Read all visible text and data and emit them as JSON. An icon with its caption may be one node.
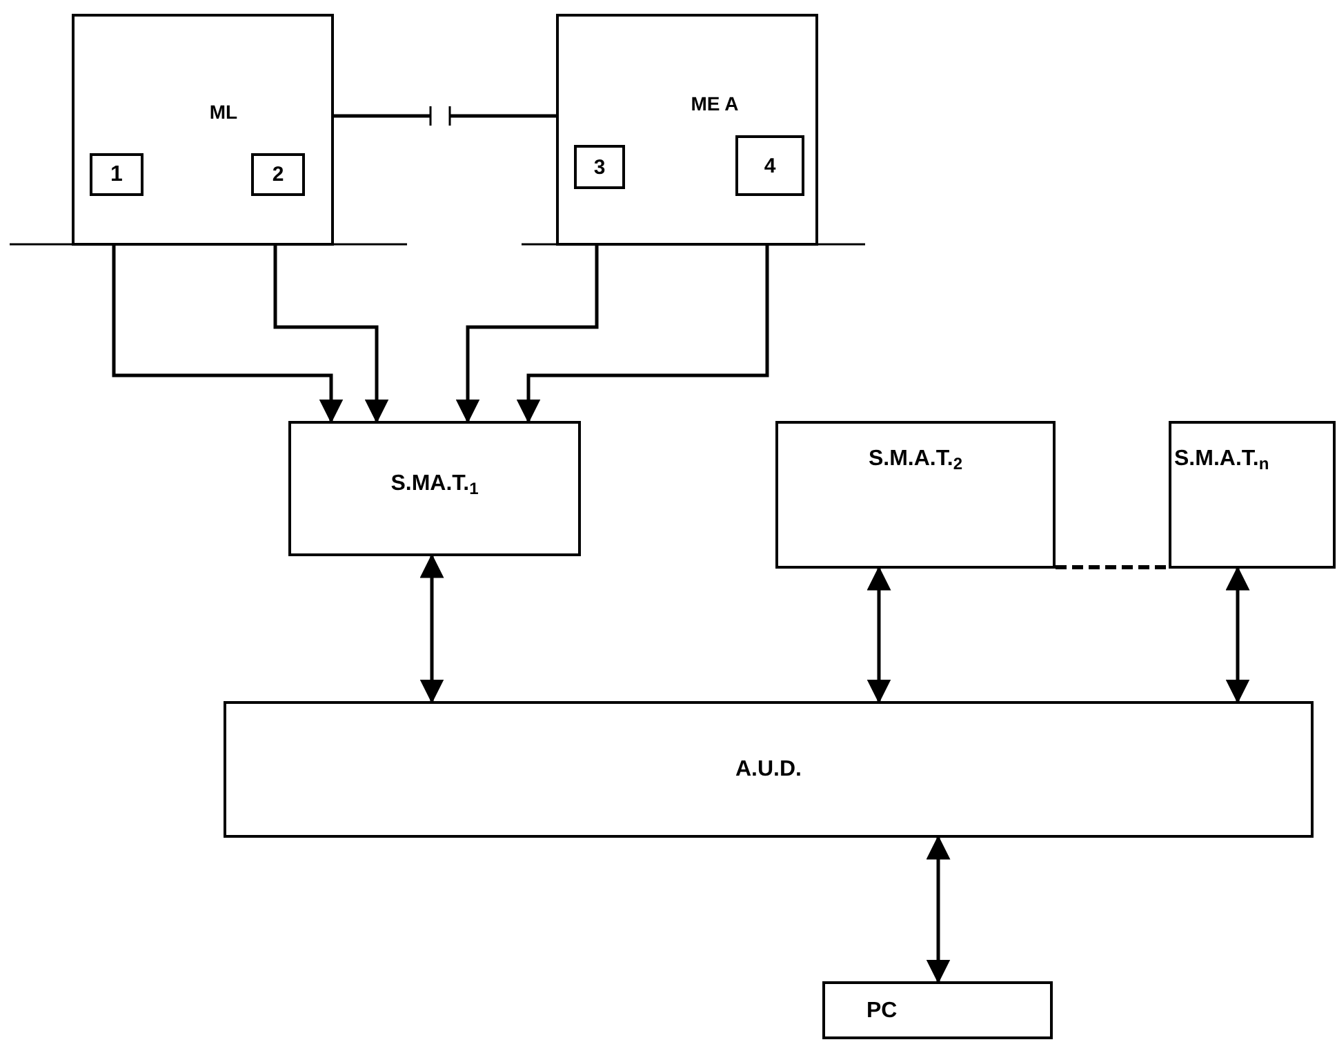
{
  "diagram": {
    "nodes": [
      {
        "text": [
          "ML"
        ]
      },
      {
        "text": [
          "1"
        ],
        "in": 0
      },
      {
        "text": [
          "2"
        ],
        "in": 0
      },
      {
        "text": [
          "ME A"
        ]
      },
      {
        "text": [
          "3"
        ],
        "in": 3
      },
      {
        "text": [
          "4"
        ],
        "in": 3
      },
      {
        "text": [
          "S.MA.T.$_{1}$"
        ]
      },
      {
        "text": [
          "S.M.A.T.$_{2}$"
        ]
      },
      {
        "text": [
          "S.M.A.T.$_{n}$"
        ]
      },
      {
        "text": [
          "A.U.D."
        ]
      },
      {
        "text": [
          "PC"
        ]
      }
    ],
    "edges": [
      {
        "from": 0,
        "to": 3,
        "arrow": "none"
      },
      {
        "from": 1,
        "to": 6,
        "arrow": "to"
      },
      {
        "from": 2,
        "to": 6,
        "arrow": "to"
      },
      {
        "from": 4,
        "to": 6,
        "arrow": "to"
      },
      {
        "from": 5,
        "to": 6,
        "arrow": "to"
      },
      {
        "from": 6,
        "to": 9,
        "arrow": "both"
      },
      {
        "from": 7,
        "to": 9,
        "arrow": "both"
      },
      {
        "from": 8,
        "to": 9,
        "arrow": "both"
      },
      {
        "from": 7,
        "to": 8,
        "arrow": "none",
        "style": "dashed"
      },
      {
        "from": 9,
        "to": 10,
        "arrow": "both"
      }
    ]
  }
}
